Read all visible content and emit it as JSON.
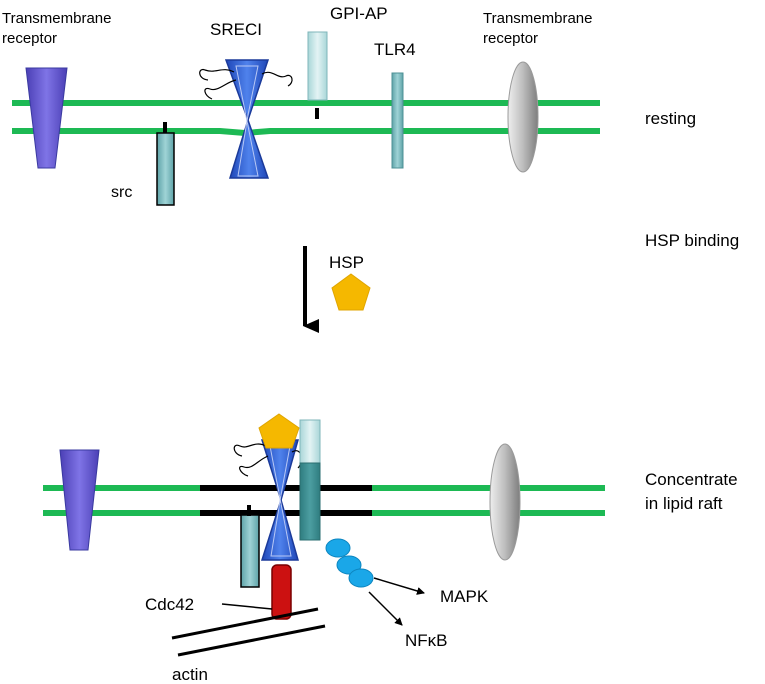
{
  "labels": {
    "transmembrane_receptor_left_line1": "Transmembrane",
    "transmembrane_receptor_left_line2": "receptor",
    "sreci": "SRECI",
    "gpi_ap": "GPI-AP",
    "tlr4": "TLR4",
    "transmembrane_receptor_right_line1": "Transmembrane",
    "transmembrane_receptor_right_line2": "receptor",
    "src": "src",
    "hsp": "HSP",
    "cdc42": "Cdc42",
    "actin": "actin",
    "mapk": "MAPK",
    "nfkb": "NFκB"
  },
  "states": {
    "resting": "resting",
    "hsp_binding": "HSP binding",
    "concentrate_line1": "Concentrate",
    "concentrate_line2": "in lipid raft"
  },
  "colors": {
    "membrane": "#1db954",
    "lipid_raft": "#000000",
    "receptor_purple": "#6a5acd",
    "sreci_blue": "#2f5fd0",
    "gpi_teal": "#9ccfd2",
    "tlr4_teal": "#5fa7ad",
    "src_teal": "#6fb9bd",
    "hsp_gold": "#f5b800",
    "cdc42_red": "#cc1111",
    "signal_blue": "#1aa7e8",
    "oval_gray": "#b0b0b0"
  }
}
